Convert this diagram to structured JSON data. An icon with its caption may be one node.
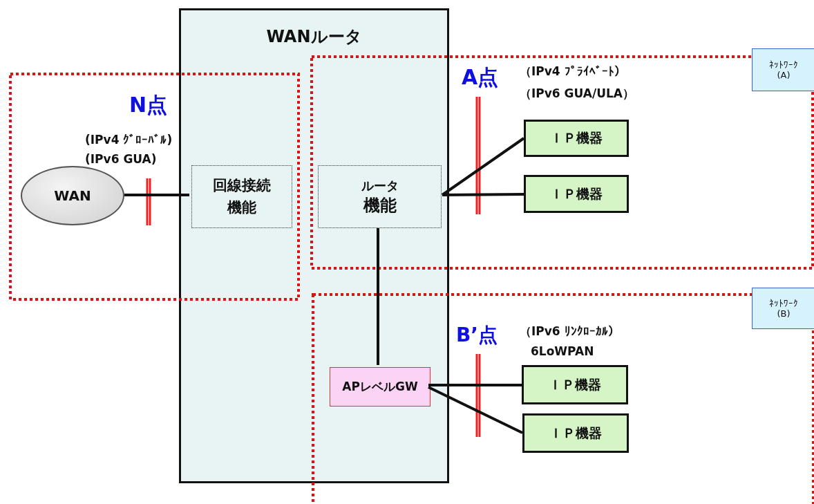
{
  "diagram": {
    "nodes": [
      {
        "text": [
          "WANルータ"
        ]
      },
      {
        "text": [
          "WAN"
        ]
      },
      {
        "text": [
          "回線接続機能"
        ],
        "in": 0
      },
      {
        "text": [
          "ルータ",
          "機能"
        ],
        "in": 0
      },
      {
        "text": [
          "APレベルGW"
        ],
        "in": 0
      },
      {
        "text": [
          "ＩＰ機器"
        ]
      },
      {
        "text": [
          "ＩＰ機器"
        ]
      },
      {
        "text": [
          "ＩＰ機器"
        ]
      },
      {
        "text": [
          "ＩＰ機器"
        ]
      },
      {
        "text": [
          "ﾈｯﾄﾜｰｸ (A)"
        ]
      },
      {
        "text": [
          "ﾈｯﾄﾜｰｸ (B)"
        ]
      }
    ],
    "edges": [
      {
        "from": 1,
        "to": 2,
        "arrow": "none"
      },
      {
        "from": 3,
        "to": 5,
        "arrow": "none"
      },
      {
        "from": 3,
        "to": 6,
        "arrow": "none"
      },
      {
        "from": 3,
        "to": 4,
        "arrow": "none"
      },
      {
        "from": 4,
        "to": 7,
        "arrow": "none"
      },
      {
        "from": 4,
        "to": 8,
        "arrow": "none"
      }
    ],
    "labels": [
      "N点",
      "(IPv4 ｸﾞﾛｰﾊﾞﾙ)",
      "(IPv6 GUA)",
      "A点",
      "（IPv4 ﾌﾟﾗｲﾍﾞｰﾄ）",
      "（IPv6 GUA/ULA）",
      "B’点",
      "（IPv6 ﾘﾝｸﾛｰｶﾙ）",
      "6LoWPAN"
    ]
  }
}
